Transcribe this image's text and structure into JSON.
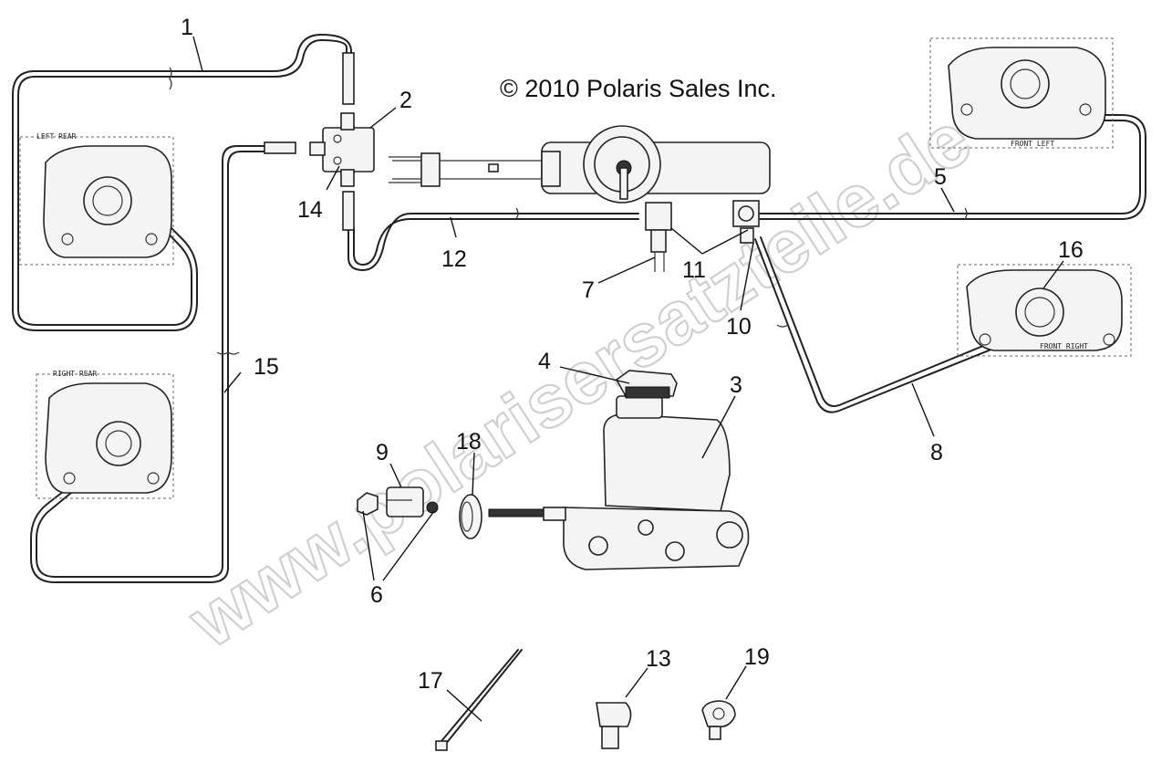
{
  "copyright": "© 2010 Polaris Sales Inc.",
  "watermark": "www.polarisersatzteile.de",
  "caliper_labels": {
    "left_rear": "LEFT REAR",
    "right_rear": "RIGHT REAR",
    "front_left": "FRONT LEFT",
    "front_right": "FRONT RIGHT"
  },
  "callouts": [
    "1",
    "2",
    "3",
    "4",
    "5",
    "6",
    "7",
    "8",
    "9",
    "10",
    "11",
    "12",
    "13",
    "14",
    "15",
    "16",
    "17",
    "18",
    "19"
  ]
}
